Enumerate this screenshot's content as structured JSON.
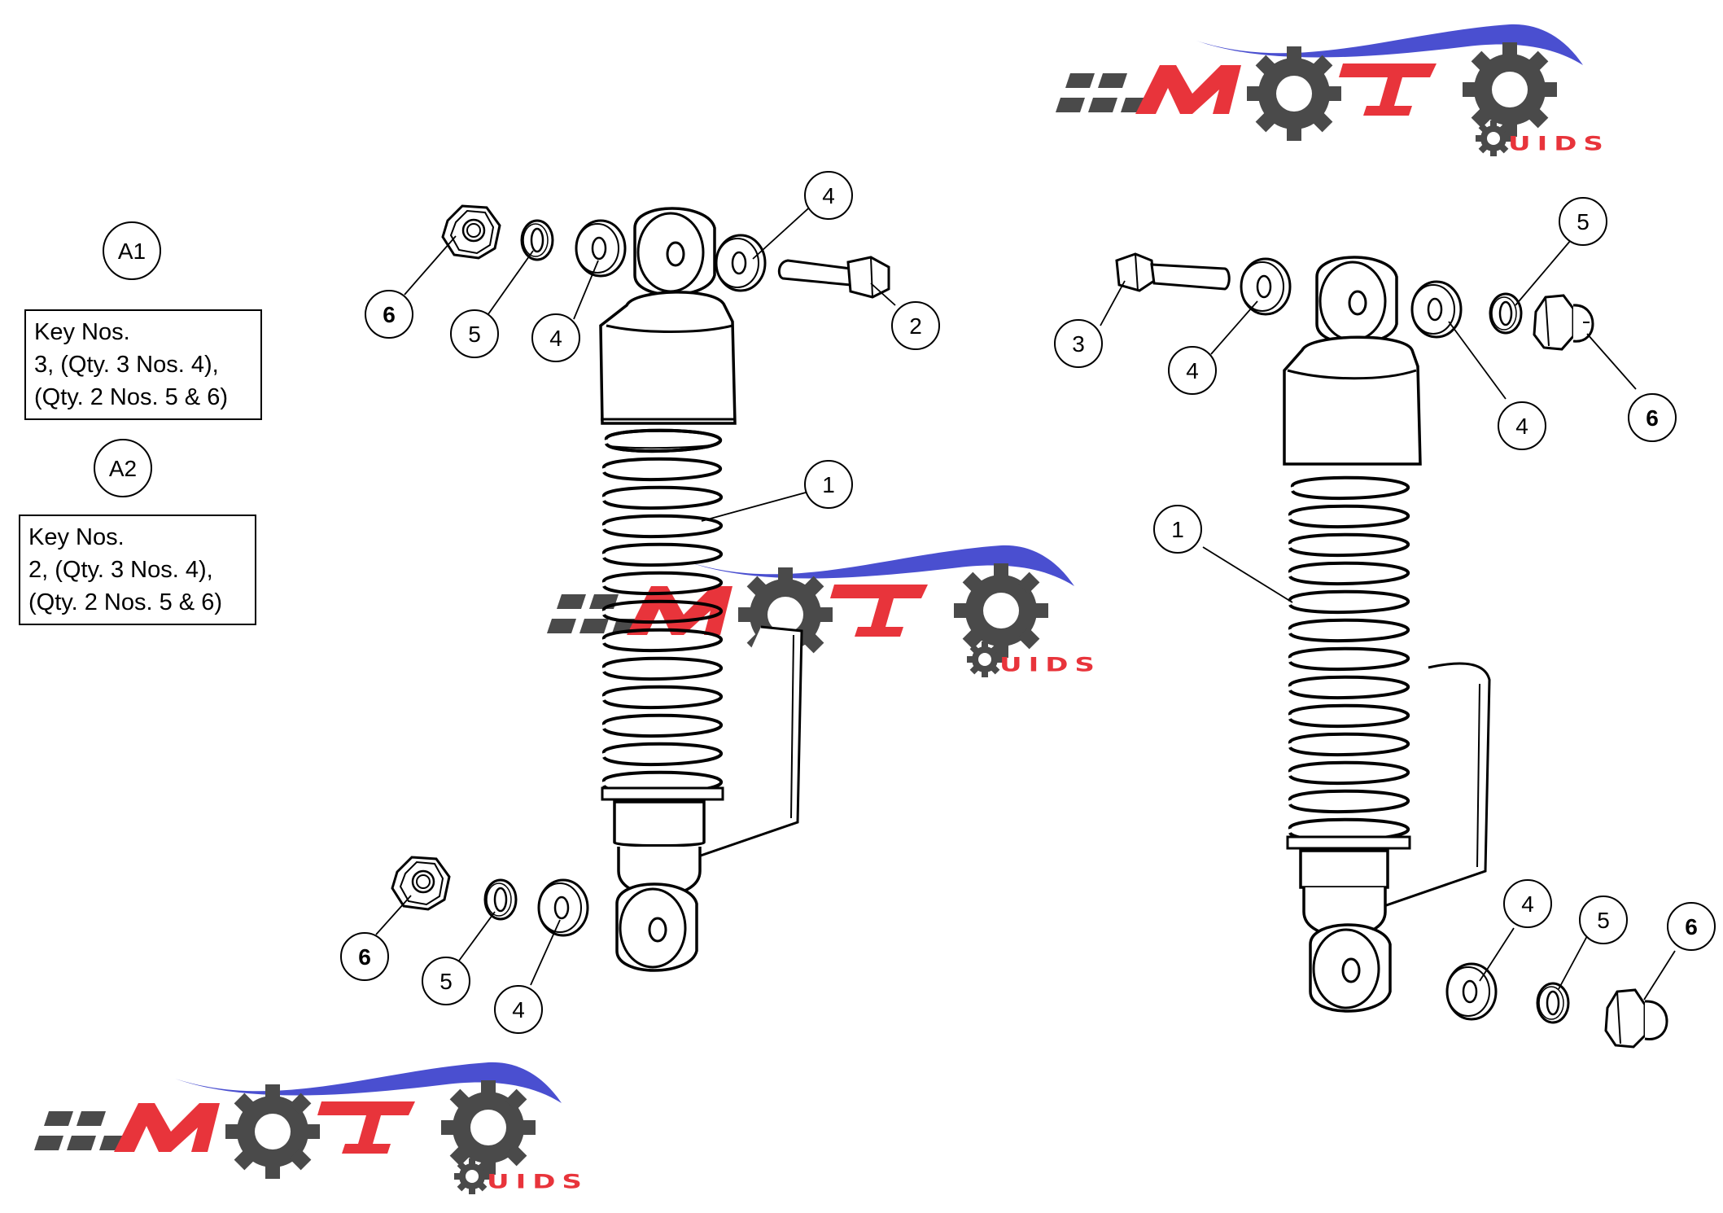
{
  "logo": {
    "text": "MOTO GUIDS"
  },
  "legend": [
    {
      "id": "A1",
      "lines": [
        "Key Nos.",
        "3, (Qty. 3 Nos. 4),",
        "(Qty. 2 Nos. 5 & 6)"
      ]
    },
    {
      "id": "A2",
      "lines": [
        "Key Nos.",
        "2, (Qty. 3 Nos. 4),",
        "(Qty. 2 Nos. 5 & 6)"
      ]
    }
  ],
  "callouts": {
    "left": {
      "top_6": "6",
      "top_5": "5",
      "top_4a": "4",
      "top_4b": "4",
      "top_2": "2",
      "shock_1": "1",
      "bottom_6": "6",
      "bottom_5": "5",
      "bottom_4": "4"
    },
    "right": {
      "top_3": "3",
      "top_4a": "4",
      "top_4b": "4",
      "top_5": "5",
      "top_6": "6",
      "shock_1": "1",
      "bottom_4": "4",
      "bottom_5": "5",
      "bottom_6": "6"
    }
  },
  "colors": {
    "logo_red": "#e8343b",
    "logo_blue": "#4a4fd0",
    "logo_gray": "#4a4a4a"
  }
}
